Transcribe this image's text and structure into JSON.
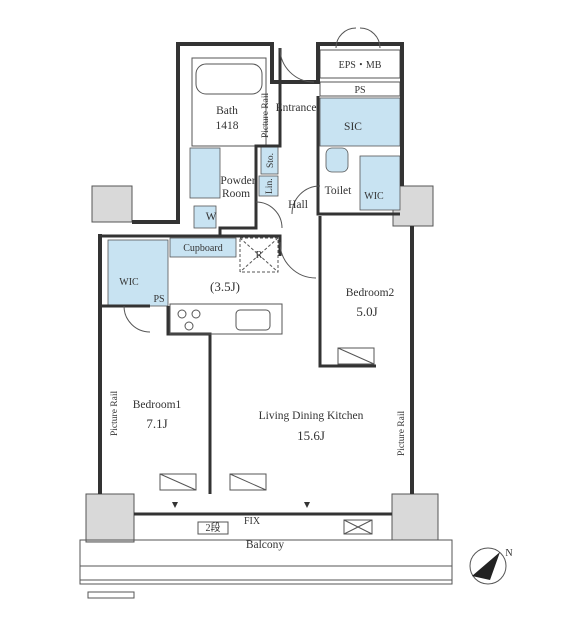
{
  "labels": {
    "eps_mb": "EPS・MB",
    "ps_top": "PS",
    "bath": "Bath",
    "bath_size": "1418",
    "picture_rail_bath": "Picture Rail",
    "entrance": "Entrance",
    "sic": "SIC",
    "sto": "Sto.",
    "lin": "Lin.",
    "powder_room_1": "Powder",
    "powder_room_2": "Room",
    "w": "W",
    "toilet": "Toilet",
    "wic_right": "WIC",
    "hall": "Hall",
    "cupboard": "Cupboard",
    "r": "R",
    "wic_left": "WIC",
    "ps_left": "PS",
    "kitchen_size": "(3.5J)",
    "bedroom2": "Bedroom2",
    "bedroom2_size": "5.0J",
    "bedroom1": "Bedroom1",
    "bedroom1_size": "7.1J",
    "picture_rail_b1": "Picture Rail",
    "ldk": "Living Dining Kitchen",
    "ldk_size": "15.6J",
    "picture_rail_ldk": "Picture Rail",
    "fix": "FIX",
    "unit_2": "2段",
    "balcony": "Balcony",
    "north": "N"
  }
}
